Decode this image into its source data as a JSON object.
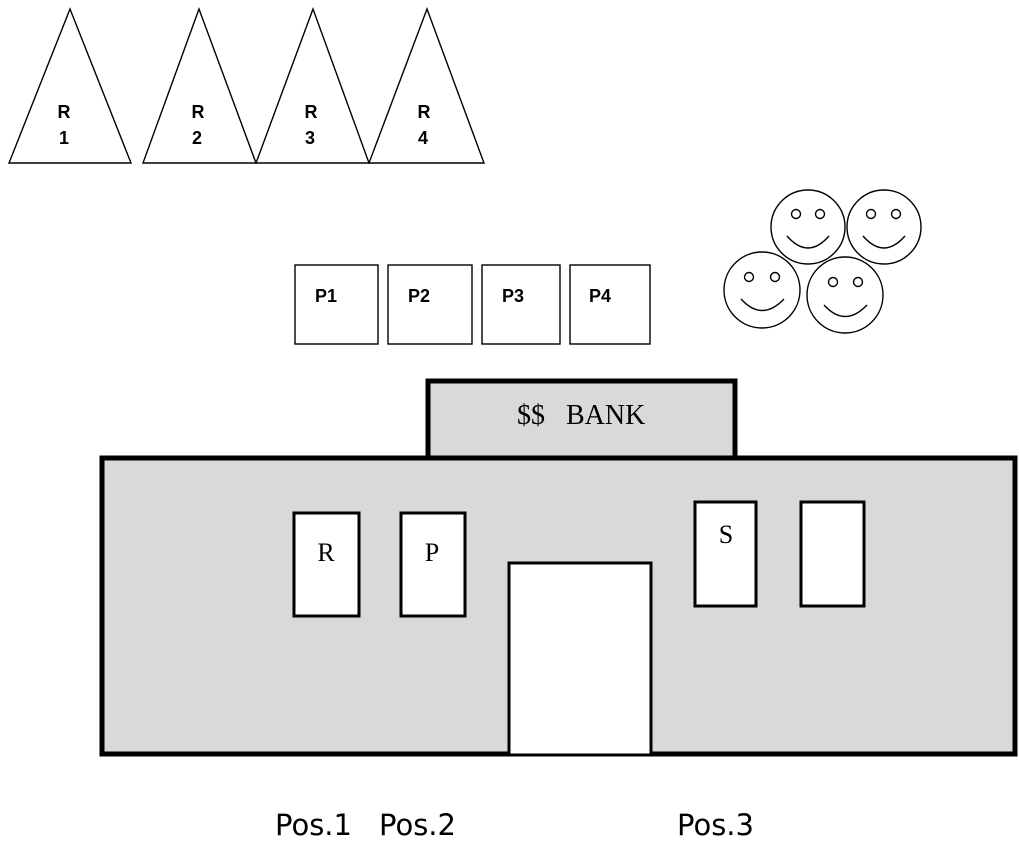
{
  "triangles": [
    {
      "line1": "R",
      "line2": "1"
    },
    {
      "line1": "R",
      "line2": "2"
    },
    {
      "line1": "R",
      "line2": "3"
    },
    {
      "line1": "R",
      "line2": "4"
    }
  ],
  "cards": [
    "P1",
    "P2",
    "P3",
    "P4"
  ],
  "faces_count": 4,
  "bank": {
    "sign": "$$   BANK",
    "window_labels": [
      "R",
      "P",
      "S",
      ""
    ]
  },
  "positions": [
    "Pos.1",
    "Pos.2",
    "Pos.3"
  ],
  "colors": {
    "building_fill": "#d9d9d9",
    "stroke": "#000000"
  }
}
